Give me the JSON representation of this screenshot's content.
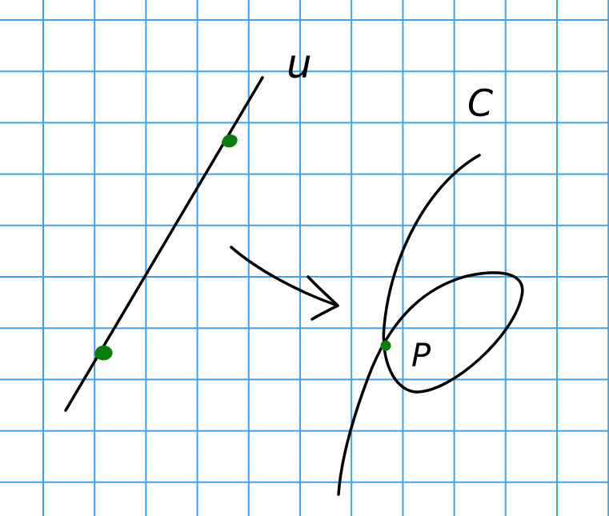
{
  "labels": {
    "line": "u",
    "curve": "C",
    "point": "P"
  },
  "colors": {
    "grid": "#3fa2ee",
    "ink": "#000000",
    "points": "#0b7d0b",
    "background": "#ffffff"
  }
}
